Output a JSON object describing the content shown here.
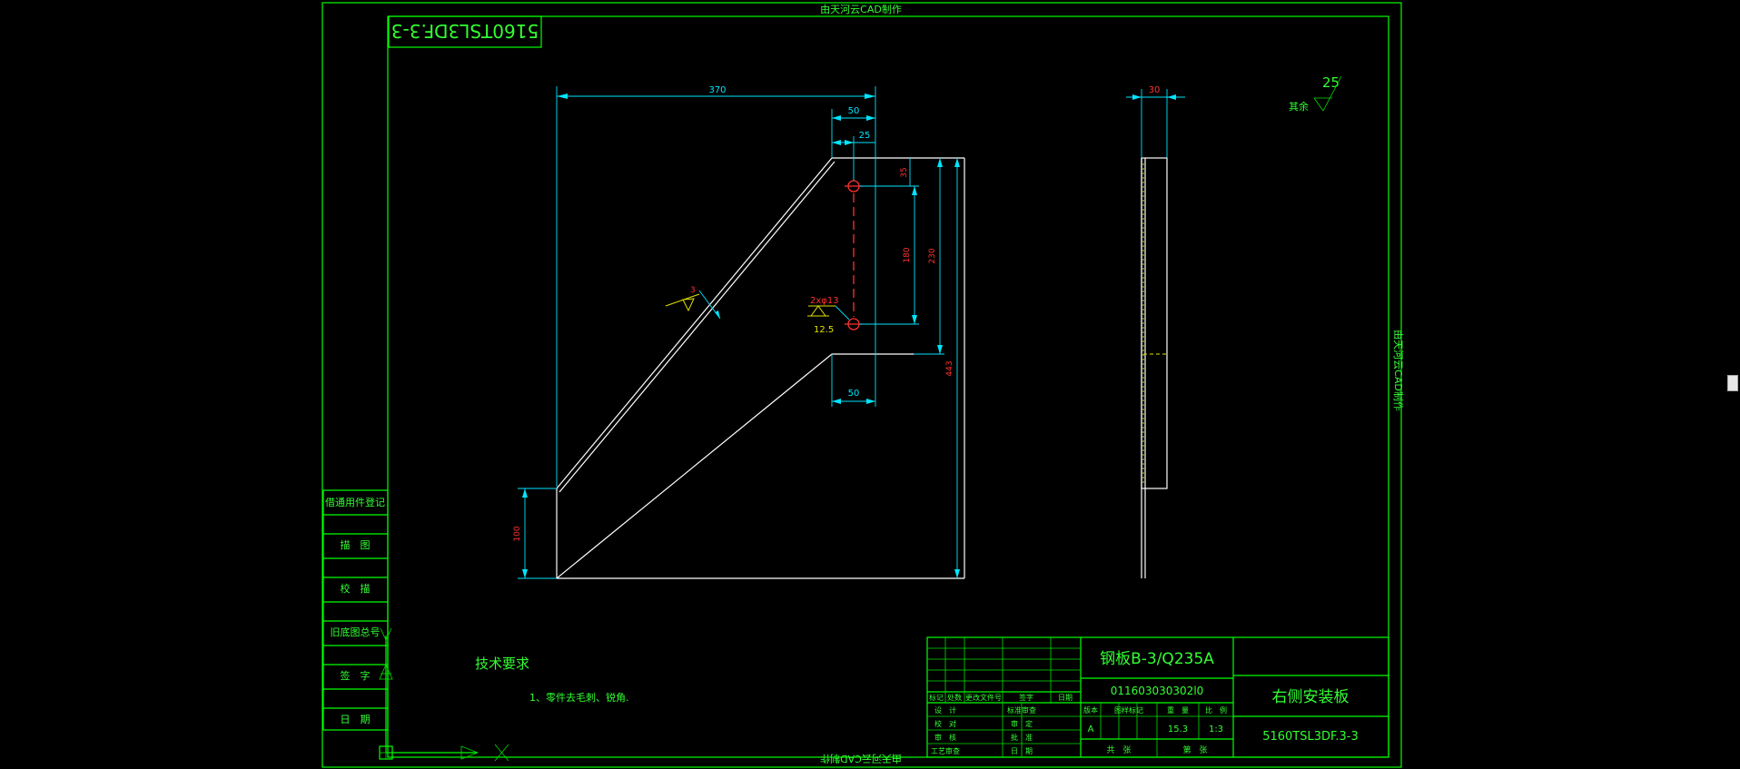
{
  "header_top": "由天河云CAD制作",
  "header_bottom": "由天河云CAD制作",
  "side_label": "由天河云CAD制作",
  "drawing_number_mirror": "5160TSL3DF.3-3",
  "dims": {
    "d370": "370",
    "d50_top": "50",
    "d25": "25",
    "d35": "35",
    "d180": "180",
    "d230": "230",
    "d443": "443",
    "d50_bottom": "50",
    "d100": "100",
    "d30": "30",
    "hole_spec": "2xφ13",
    "roughness_hole": "12.5",
    "weld_size": "3"
  },
  "roughness": {
    "value": "25",
    "label": "其余"
  },
  "left_panel": {
    "rows": [
      "借通用件登记",
      "描　图",
      "校　描",
      "旧底图总号",
      "签　字",
      "日　期"
    ]
  },
  "tech_req": {
    "title": "技术要求",
    "item1": "1、零件去毛刺、锐角."
  },
  "title_block": {
    "material": "钢板B-3/Q235A",
    "code": "011603030302l0",
    "part_name": "右侧安装板",
    "drawing_number": "5160TSL3DF.3-3",
    "head_cells": [
      "标记",
      "处数",
      "更改文件号",
      "签字",
      "日期"
    ],
    "left_labels": [
      "设　计",
      "校　对",
      "审　核",
      "工艺审查"
    ],
    "mid_labels": [
      "标准审查",
      "审　定",
      "批　准",
      "日　期"
    ],
    "stage_labels": [
      "版本",
      "图样标记",
      "重　量",
      "比　例"
    ],
    "stage_value": "A",
    "weight": "15.3",
    "scale": "1:3",
    "sheet_total": "共　张",
    "sheet_no": "第　张"
  }
}
